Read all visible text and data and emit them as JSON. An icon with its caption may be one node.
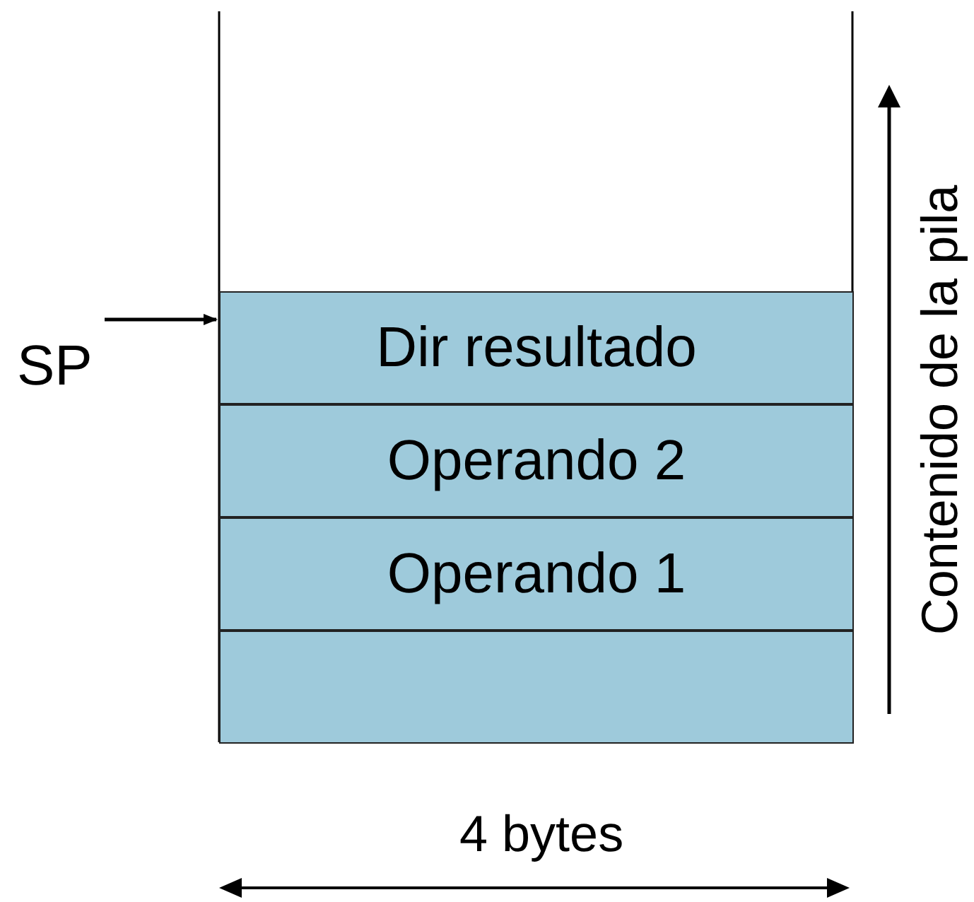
{
  "diagram": {
    "nodes": [
      {
        "text": [
          "SP"
        ]
      },
      {
        "text": [
          "Dir resultado"
        ]
      },
      {
        "text": [
          "Operando 2"
        ]
      },
      {
        "text": [
          "Operando 1"
        ]
      },
      {
        "text": [],
        "shape": "box"
      }
    ],
    "edges": [
      {
        "from": 0,
        "to": 1,
        "arrow": "to"
      }
    ],
    "labels": [
      "Contenido de la pila",
      "4 bytes"
    ]
  }
}
